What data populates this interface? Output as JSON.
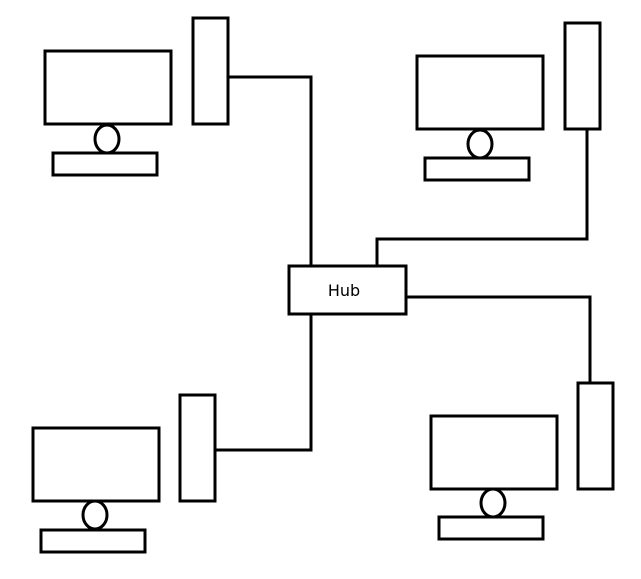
{
  "hub": {
    "label": "Hub"
  },
  "computers": [
    {
      "name": "computer-top-left"
    },
    {
      "name": "computer-top-right"
    },
    {
      "name": "computer-bottom-left"
    },
    {
      "name": "computer-bottom-right"
    }
  ],
  "colors": {
    "stroke": "#000000",
    "background": "#ffffff"
  }
}
